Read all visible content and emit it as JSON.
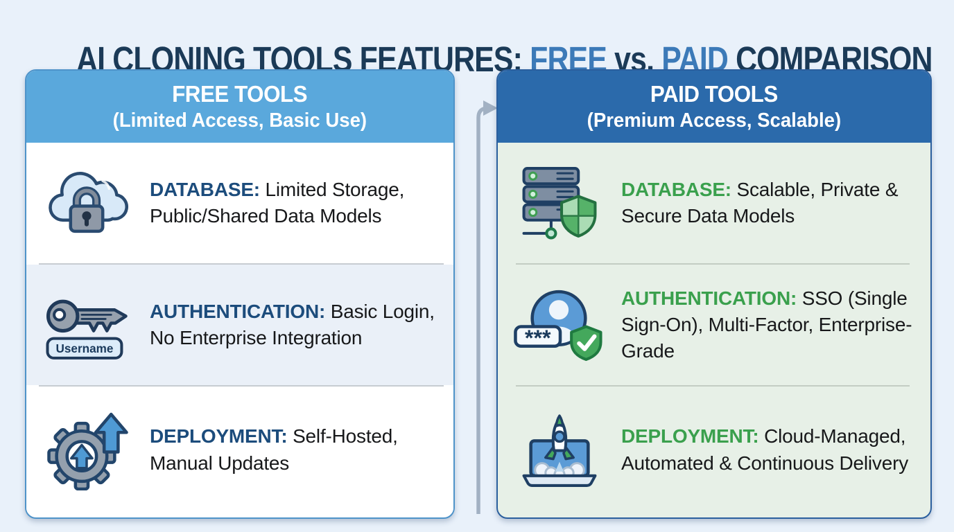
{
  "title": {
    "prefix": "AI CLONING TOOLS FEATURES: ",
    "free_word": "FREE",
    "vs_word": " vs. ",
    "paid_word": "PAID",
    "suffix": " COMPARISON"
  },
  "colors": {
    "page_bg": "#e9f1fa",
    "title_navy": "#1b3a57",
    "title_blue": "#3c7ab8",
    "free_header_bg": "#5aa8dc",
    "paid_header_bg": "#2b6aab",
    "free_keyword": "#1c4c7c",
    "paid_keyword": "#3aa04d",
    "free_alt_row_bg": "#eaf0f8",
    "paid_body_bg": "#e7f0e7",
    "arrow_gray": "#a2b1c3"
  },
  "free_card": {
    "header": {
      "title": "FREE TOOLS",
      "subtitle": "(Limited Access, Basic Use)"
    },
    "rows": [
      {
        "icon": "cloud-lock-icon",
        "keyword": "DATABASE:",
        "text": "Limited Storage, Public/Shared Data Models"
      },
      {
        "icon": "key-username-icon",
        "icon_label": "Username",
        "keyword": "AUTHENTICATION:",
        "text": "Basic Login, No Enterprise Integration"
      },
      {
        "icon": "gear-upgrade-icon",
        "keyword": "DEPLOYMENT:",
        "text": "Self-Hosted, Manual Updates"
      }
    ]
  },
  "paid_card": {
    "header": {
      "title": "PAID TOOLS",
      "subtitle": "(Premium Access, Scalable)"
    },
    "rows": [
      {
        "icon": "server-shield-icon",
        "keyword": "DATABASE:",
        "text": "Scalable, Private & Secure Data Models"
      },
      {
        "icon": "avatar-password-shield-icon",
        "icon_label": "***",
        "keyword": "AUTHENTICATION:",
        "text": "SSO (Single Sign-On), Multi-Factor, Enterprise-Grade"
      },
      {
        "icon": "laptop-rocket-icon",
        "keyword": "DEPLOYMENT:",
        "text": "Cloud-Managed, Automated & Continuous Delivery"
      }
    ]
  },
  "arrow": {
    "name": "free-to-paid-arrow"
  }
}
